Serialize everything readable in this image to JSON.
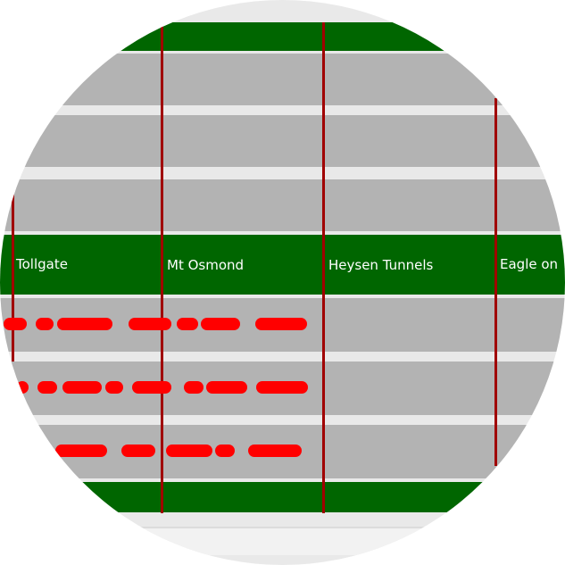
{
  "timeline": {
    "stops": [
      {
        "name": "Tollgate"
      },
      {
        "name": "Mt Osmond"
      },
      {
        "name": "Heysen Tunnels"
      },
      {
        "name": "Eagle on"
      }
    ]
  },
  "colors": {
    "header_green": "#006600",
    "row_gray": "#b3b3b3",
    "marker_red": "#ff0000",
    "divider_red": "#a00000"
  }
}
